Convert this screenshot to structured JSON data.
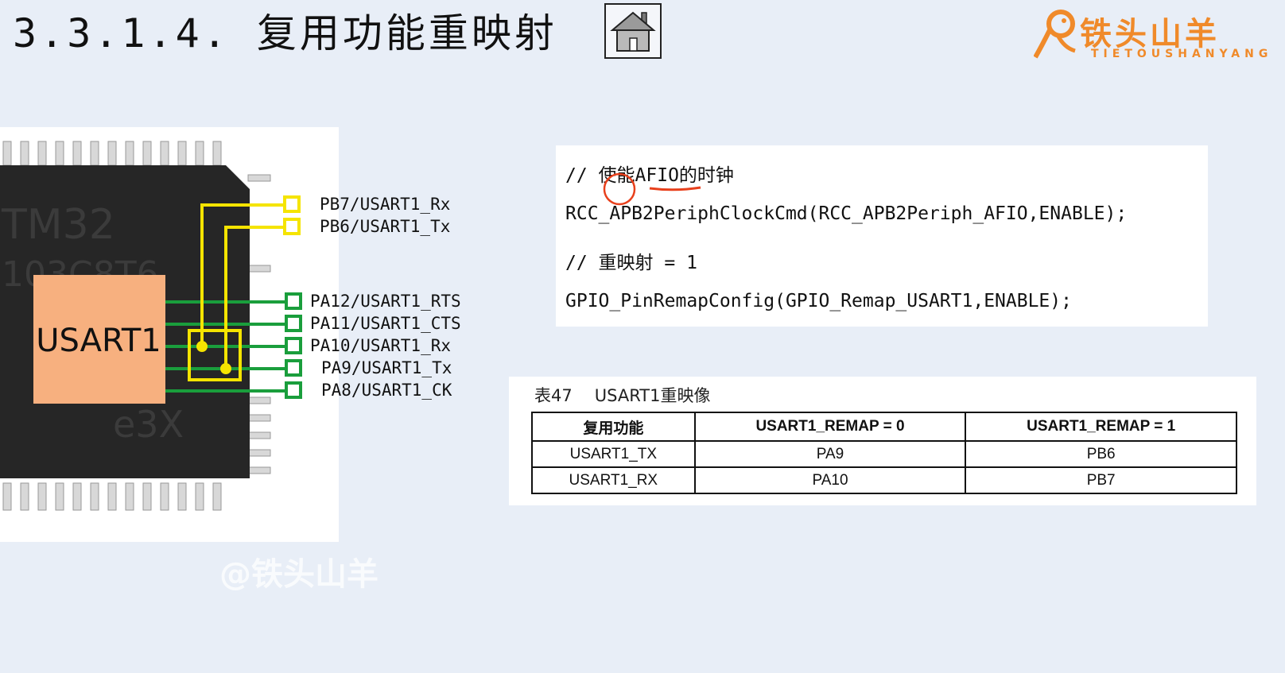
{
  "header": {
    "title": "3.3.1.4.  复用功能重映射",
    "home_icon": "home-icon"
  },
  "brand": {
    "name": "铁头山羊",
    "subtitle": "TIETOUSHANYANG",
    "logo_icon": "goat-logo-icon",
    "color": "#f08a2a"
  },
  "chip": {
    "block_label": "USART1",
    "block_color": "#f7b07f",
    "yellow": "#f5e400",
    "green": "#1a9e3c",
    "pins": [
      {
        "label": "PB7/USART1_Rx",
        "color": "yellow"
      },
      {
        "label": "PB6/USART1_Tx",
        "color": "yellow"
      },
      {
        "label": "PA12/USART1_RTS",
        "color": "green"
      },
      {
        "label": "PA11/USART1_CTS",
        "color": "green"
      },
      {
        "label": "PA10/USART1_Rx",
        "color": "green"
      },
      {
        "label": "PA9/USART1_Tx",
        "color": "green"
      },
      {
        "label": "PA8/USART1_CK",
        "color": "green"
      }
    ],
    "watermark": "@铁头山羊"
  },
  "code": {
    "lines": [
      "// 使能AFIO的时钟",
      "RCC_APB2PeriphClockCmd(RCC_APB2Periph_AFIO,ENABLE);",
      "// 重映射 = 1",
      "GPIO_PinRemapConfig(GPIO_Remap_USART1,ENABLE);"
    ],
    "annotation_color": "#e8401c"
  },
  "table": {
    "caption_num": "表47",
    "caption_text": "USART1重映像",
    "headers": [
      "复用功能",
      "USART1_REMAP = 0",
      "USART1_REMAP = 1"
    ],
    "rows": [
      [
        "USART1_TX",
        "PA9",
        "PB6"
      ],
      [
        "USART1_RX",
        "PA10",
        "PB7"
      ]
    ]
  }
}
